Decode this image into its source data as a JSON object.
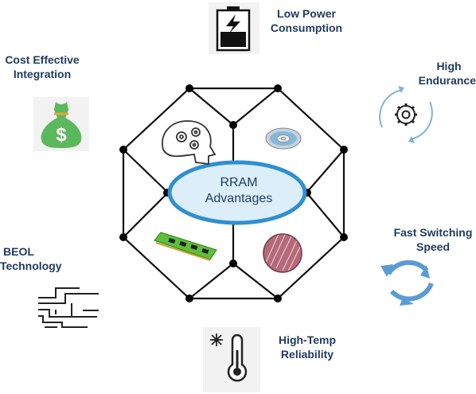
{
  "colors": {
    "label_text": "#1f3a5f",
    "octagon_line": "#111111",
    "node_fill": "#000000",
    "ellipse_fill": "#dbeefa",
    "ellipse_stroke": "#2f8fd1",
    "arrow_blue": "#5b9bd5",
    "money_green": "#5cb85c"
  },
  "center": {
    "line1": "RRAM",
    "line2": "Advantages"
  },
  "advantages": {
    "low_power": {
      "line1": "Low Power",
      "line2": "Consumption",
      "icon": "battery-icon"
    },
    "high_endurance": {
      "line1": "High",
      "line2": "Endurance",
      "icon": "gear-cycle-icon"
    },
    "fast_switching": {
      "line1": "Fast Switching",
      "line2": "Speed",
      "icon": "sync-arrows-icon"
    },
    "high_temp": {
      "line1": "High-Temp",
      "line2": "Reliability",
      "icon": "thermometer-snowflake-icon"
    },
    "beol": {
      "line1": "BEOL",
      "line2": "Technology",
      "icon": "circuit-icon"
    },
    "cost": {
      "line1": "Cost Effective",
      "line2": "Integration",
      "icon": "money-bag-icon"
    }
  },
  "inner_icons": [
    "brain-gears-icon",
    "disc-icon",
    "memory-module-icon",
    "wafer-icon"
  ],
  "money_symbol": "$"
}
